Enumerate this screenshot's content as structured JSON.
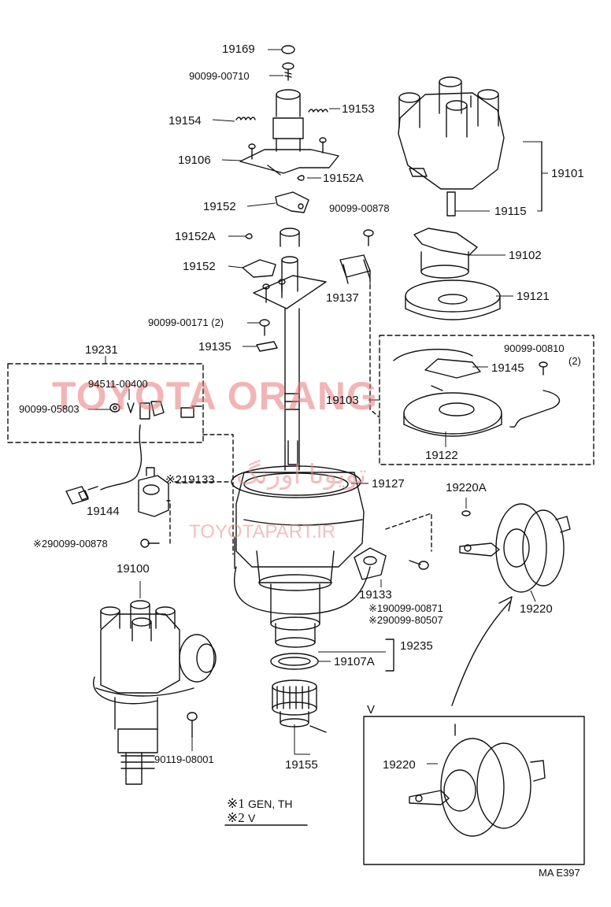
{
  "diagram": {
    "parts": {
      "p19169": "19169",
      "p90099_00710": "90099-00710",
      "p19154": "19154",
      "p19153": "19153",
      "p19106": "19106",
      "p19152A_top": "19152A",
      "p19152_top": "19152",
      "p19152A_mid": "19152A",
      "p19152_mid": "19152",
      "p90099_00171": "90099-00171 (2)",
      "p19135": "19135",
      "p19231": "19231",
      "p94511_00400": "94511-00400",
      "p90099_05803": "90099-05803",
      "p19133_left": "※219133",
      "p19144": "19144",
      "p290099_00878": "※290099-00878",
      "p19100": "19100",
      "p90119_08001": "90119-08001",
      "p19101": "19101",
      "p90099_00878": "90099-00878",
      "p19115": "19115",
      "p19102": "19102",
      "p19137": "19137",
      "p19121": "19121",
      "p90099_00810": "90099-00810",
      "p90099_00810_qty": "(2)",
      "p19145": "19145",
      "p19103": "19103",
      "p19122": "19122",
      "p19127": "19127",
      "p19220A": "19220A",
      "p19133_right": "19133",
      "p190099_00871": "※190099-00871",
      "p290099_80507": "※290099-80507",
      "p19220_top": "19220",
      "p19235": "19235",
      "p19107A": "19107A",
      "p19155": "19155",
      "p19220_inset": "19220"
    },
    "inset_label": "V",
    "legend": {
      "line1_mark": "※1",
      "line1_text": "GEN, TH",
      "line2_mark": "※2",
      "line2_text": "V"
    },
    "figure_code": "MA E397"
  },
  "watermark": {
    "main": "TOYOTA ORANG",
    "url": "TOYOTAPART.IR",
    "persian": "تویوتا اورنگ"
  }
}
